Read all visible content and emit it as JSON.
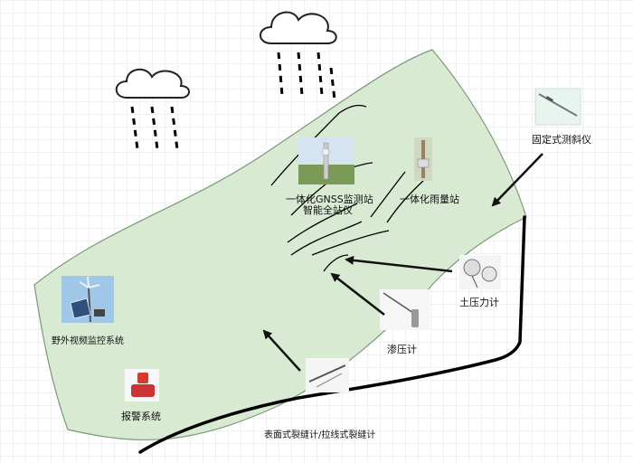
{
  "labels": {
    "gnss_station": "一体化GNSS监测站",
    "total_station": "智能全站仪",
    "rain_gauge_station": "一体化雨量站",
    "fixed_inclinometer": "固定式测斜仪",
    "earth_pressure_gauge": "土压力计",
    "piezometer": "渗压计",
    "field_video_monitoring": "野外视频监控系统",
    "alarm_system": "报警系统",
    "crack_meter": "表面式裂缝计/拉线式裂缝计"
  },
  "colors": {
    "slope_fill": "#d9ead3",
    "slope_stroke": "#7a9a7a",
    "arrow": "#111111",
    "rain_cloud": "#222222"
  },
  "icons": [
    "cloud-icon",
    "rain-icon",
    "arrow-icon"
  ]
}
